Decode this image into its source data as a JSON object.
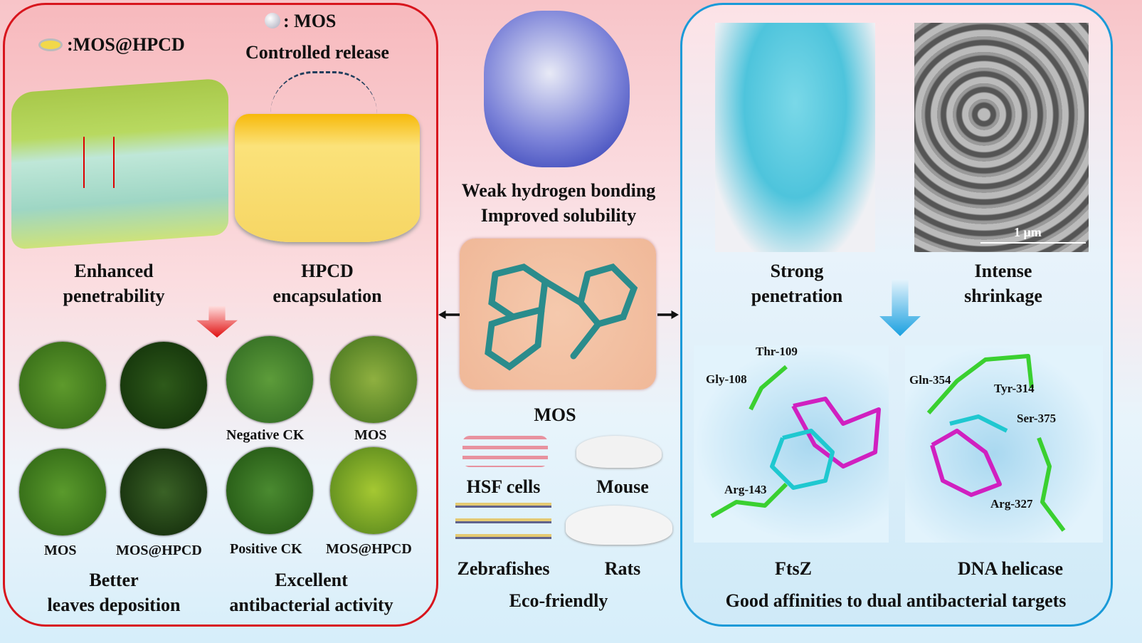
{
  "left_panel": {
    "legend_complex": ":MOS@HPCD",
    "legend_mos": ": MOS",
    "controlled_release": "Controlled release",
    "enhanced_penetrability": [
      "Enhanced",
      "penetrability"
    ],
    "hpcd_encapsulation": [
      "HPCD",
      "encapsulation"
    ],
    "leaf_labels": [
      "MOS",
      "MOS@HPCD",
      "Negative CK",
      "MOS",
      "Positive CK",
      "MOS@HPCD"
    ],
    "better_deposition": [
      "Better",
      "leaves deposition"
    ],
    "excellent_activity": [
      "Excellent",
      "antibacterial activity"
    ]
  },
  "center": {
    "hydrogen_bonding": "Weak hydrogen bonding",
    "improved_solubility": "Improved solubility",
    "mos_label": "MOS",
    "organisms": [
      "HSF cells",
      "Mouse",
      "Zebrafishes",
      "Rats"
    ],
    "eco_friendly": "Eco-friendly"
  },
  "right_panel": {
    "strong_penetration": [
      "Strong",
      "penetration"
    ],
    "intense_shrinkage": [
      "Intense",
      "shrinkage"
    ],
    "scale_bar": "1 μm",
    "ftsz_residues": [
      "Thr-109",
      "Gly-108",
      "Arg-143"
    ],
    "helicase_residues": [
      "Gln-354",
      "Tyr-314",
      "Ser-375",
      "Arg-327"
    ],
    "ftsz": "FtsZ",
    "dna_helicase": "DNA helicase",
    "conclusion": "Good affinities to dual antibacterial targets"
  },
  "colors": {
    "left_border": "#d8151d",
    "right_border": "#1a9ad8"
  }
}
